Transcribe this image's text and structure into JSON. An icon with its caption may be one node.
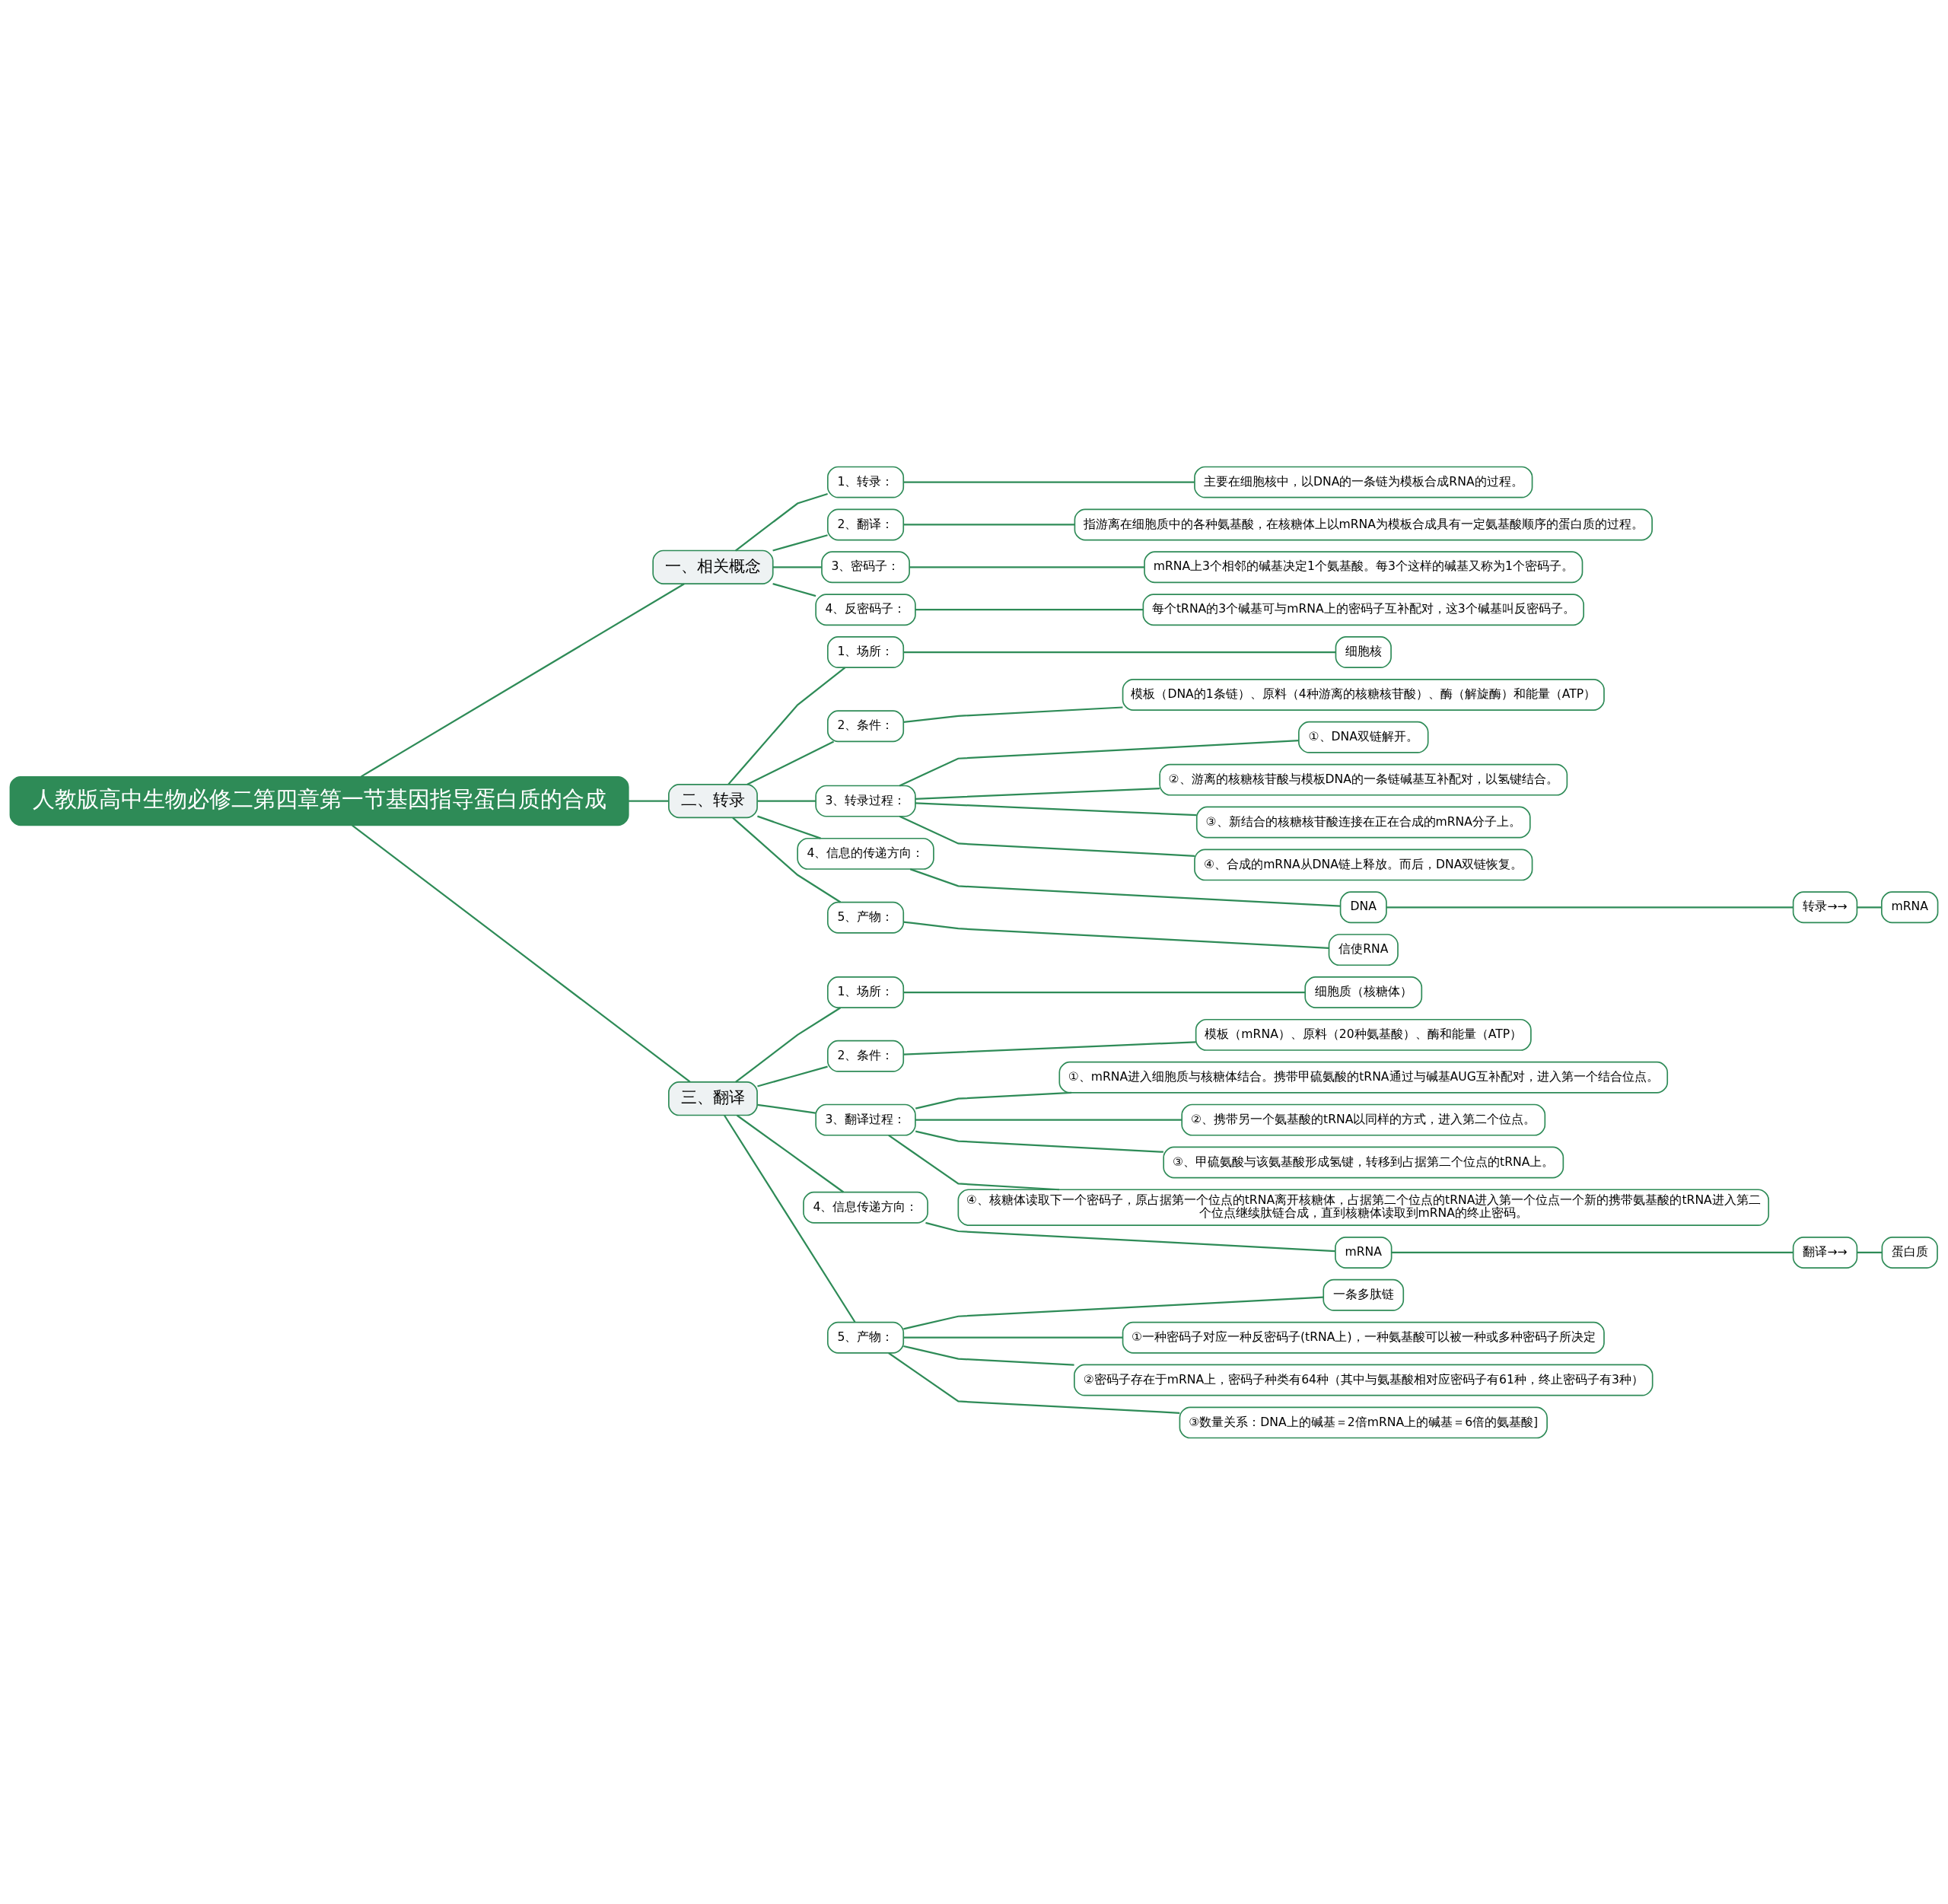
{
  "diagram": {
    "nodes": [
      {
        "text": [
          "人教版高中生物必修二第四章第一节基因指导蛋白质的合成"
        ]
      },
      {
        "text": [
          "一、相关概念"
        ]
      },
      {
        "text": [
          "1、转录："
        ]
      },
      {
        "text": [
          "主要在细胞核中，以DNA的一条链为模板合成RNA的过程。"
        ]
      },
      {
        "text": [
          "2、翻译："
        ]
      },
      {
        "text": [
          "指游离在细胞质中的各种氨基酸，在核糖体上以mRNA为模板合成具有一定氨基酸顺序的蛋白质的过程。"
        ]
      },
      {
        "text": [
          "3、密码子："
        ]
      },
      {
        "text": [
          "mRNA上3个相邻的碱基决定1个氨基酸。每3个这样的碱基又称为1个密码子。"
        ]
      },
      {
        "text": [
          "4、反密码子："
        ]
      },
      {
        "text": [
          "每个tRNA的3个碱基可与mRNA上的密码子互补配对，这3个碱基叫反密码子。"
        ]
      },
      {
        "text": [
          "二、转录"
        ]
      },
      {
        "text": [
          "1、场所："
        ]
      },
      {
        "text": [
          "细胞核"
        ]
      },
      {
        "text": [
          "2、条件："
        ]
      },
      {
        "text": [
          "模板（DNA的1条链）、原料（4种游离的核糖核苷酸）、酶（解旋酶）和能量（ATP）"
        ]
      },
      {
        "text": [
          "3、转录过程："
        ]
      },
      {
        "text": [
          "①、DNA双链解开。"
        ]
      },
      {
        "text": [
          "②、游离的核糖核苷酸与模板DNA的一条链碱基互补配对，以氢键结合。"
        ]
      },
      {
        "text": [
          "③、新结合的核糖核苷酸连接在正在合成的mRNA分子上。"
        ]
      },
      {
        "text": [
          "④、合成的mRNA从DNA链上释放。而后，DNA双链恢复。"
        ]
      },
      {
        "text": [
          "4、信息的传递方向："
        ]
      },
      {
        "text": [
          "DNA"
        ]
      },
      {
        "text": [
          "转录→→"
        ]
      },
      {
        "text": [
          "mRNA"
        ]
      },
      {
        "text": [
          "5、产物："
        ]
      },
      {
        "text": [
          "信使RNA"
        ]
      },
      {
        "text": [
          "三、翻译"
        ]
      },
      {
        "text": [
          "1、场所："
        ]
      },
      {
        "text": [
          "细胞质（核糖体）"
        ]
      },
      {
        "text": [
          "2、条件："
        ]
      },
      {
        "text": [
          "模板（mRNA）、原料（20种氨基酸）、酶和能量（ATP）"
        ]
      },
      {
        "text": [
          "3、翻译过程："
        ]
      },
      {
        "text": [
          "①、mRNA进入细胞质与核糖体结合。携带甲硫氨酸的tRNA通过与碱基AUG互补配对，进入第一个结合位点。"
        ]
      },
      {
        "text": [
          "②、携带另一个氨基酸的tRNA以同样的方式，进入第二个位点。"
        ]
      },
      {
        "text": [
          "③、甲硫氨酸与该氨基酸形成氢键，转移到占据第二个位点的tRNA上。"
        ]
      },
      {
        "text": [
          "④、核糖体读取下一个密码子，原占据第一个位点的tRNA离开核糖体，占据第二个位点的tRNA进入第一个位点一个新的携带氨基酸的tRNA进入第二个位点继续肽链合成，直到核糖体读取到mRNA的终止密码。"
        ]
      },
      {
        "text": [
          "4、信息传递方向："
        ]
      },
      {
        "text": [
          "mRNA"
        ]
      },
      {
        "text": [
          "翻译→→"
        ]
      },
      {
        "text": [
          "蛋白质"
        ]
      },
      {
        "text": [
          "5、产物："
        ]
      },
      {
        "text": [
          "一条多肽链"
        ]
      },
      {
        "text": [
          "①一种密码子对应一种反密码子(tRNA上)，一种氨基酸可以被一种或多种密码子所决定"
        ]
      },
      {
        "text": [
          "②密码子存在于mRNA上，密码子种类有64种（其中与氨基酸相对应密码子有61种，终止密码子有3种）"
        ]
      },
      {
        "text": [
          "③数量关系：DNA上的碱基＝2倍mRNA上的碱基＝6倍的氨基酸]"
        ]
      }
    ],
    "edges": [
      {
        "from": 0,
        "to": 1,
        "arrow": "none"
      },
      {
        "from": 1,
        "to": 2,
        "arrow": "none"
      },
      {
        "from": 2,
        "to": 3,
        "arrow": "none"
      },
      {
        "from": 1,
        "to": 4,
        "arrow": "none"
      },
      {
        "from": 4,
        "to": 5,
        "arrow": "none"
      },
      {
        "from": 1,
        "to": 6,
        "arrow": "none"
      },
      {
        "from": 6,
        "to": 7,
        "arrow": "none"
      },
      {
        "from": 1,
        "to": 8,
        "arrow": "none"
      },
      {
        "from": 8,
        "to": 9,
        "arrow": "none"
      },
      {
        "from": 0,
        "to": 10,
        "arrow": "none"
      },
      {
        "from": 10,
        "to": 11,
        "arrow": "none"
      },
      {
        "from": 11,
        "to": 12,
        "arrow": "none"
      },
      {
        "from": 10,
        "to": 13,
        "arrow": "none"
      },
      {
        "from": 13,
        "to": 14,
        "arrow": "none"
      },
      {
        "from": 10,
        "to": 15,
        "arrow": "none"
      },
      {
        "from": 15,
        "to": 16,
        "arrow": "none"
      },
      {
        "from": 15,
        "to": 17,
        "arrow": "none"
      },
      {
        "from": 15,
        "to": 18,
        "arrow": "none"
      },
      {
        "from": 15,
        "to": 19,
        "arrow": "none"
      },
      {
        "from": 10,
        "to": 20,
        "arrow": "none"
      },
      {
        "from": 20,
        "to": 21,
        "arrow": "none"
      },
      {
        "from": 21,
        "to": 22,
        "arrow": "none"
      },
      {
        "from": 22,
        "to": 23,
        "arrow": "none"
      },
      {
        "from": 10,
        "to": 24,
        "arrow": "none"
      },
      {
        "from": 24,
        "to": 25,
        "arrow": "none"
      },
      {
        "from": 0,
        "to": 26,
        "arrow": "none"
      },
      {
        "from": 26,
        "to": 27,
        "arrow": "none"
      },
      {
        "from": 27,
        "to": 28,
        "arrow": "none"
      },
      {
        "from": 26,
        "to": 29,
        "arrow": "none"
      },
      {
        "from": 29,
        "to": 30,
        "arrow": "none"
      },
      {
        "from": 26,
        "to": 31,
        "arrow": "none"
      },
      {
        "from": 31,
        "to": 32,
        "arrow": "none"
      },
      {
        "from": 31,
        "to": 33,
        "arrow": "none"
      },
      {
        "from": 31,
        "to": 34,
        "arrow": "none"
      },
      {
        "from": 31,
        "to": 35,
        "arrow": "none"
      },
      {
        "from": 26,
        "to": 36,
        "arrow": "none"
      },
      {
        "from": 36,
        "to": 37,
        "arrow": "none"
      },
      {
        "from": 37,
        "to": 38,
        "arrow": "none"
      },
      {
        "from": 38,
        "to": 39,
        "arrow": "none"
      },
      {
        "from": 26,
        "to": 40,
        "arrow": "none"
      },
      {
        "from": 40,
        "to": 41,
        "arrow": "none"
      },
      {
        "from": 40,
        "to": 42,
        "arrow": "none"
      },
      {
        "from": 40,
        "to": 43,
        "arrow": "none"
      },
      {
        "from": 40,
        "to": 44,
        "arrow": "none"
      }
    ]
  }
}
